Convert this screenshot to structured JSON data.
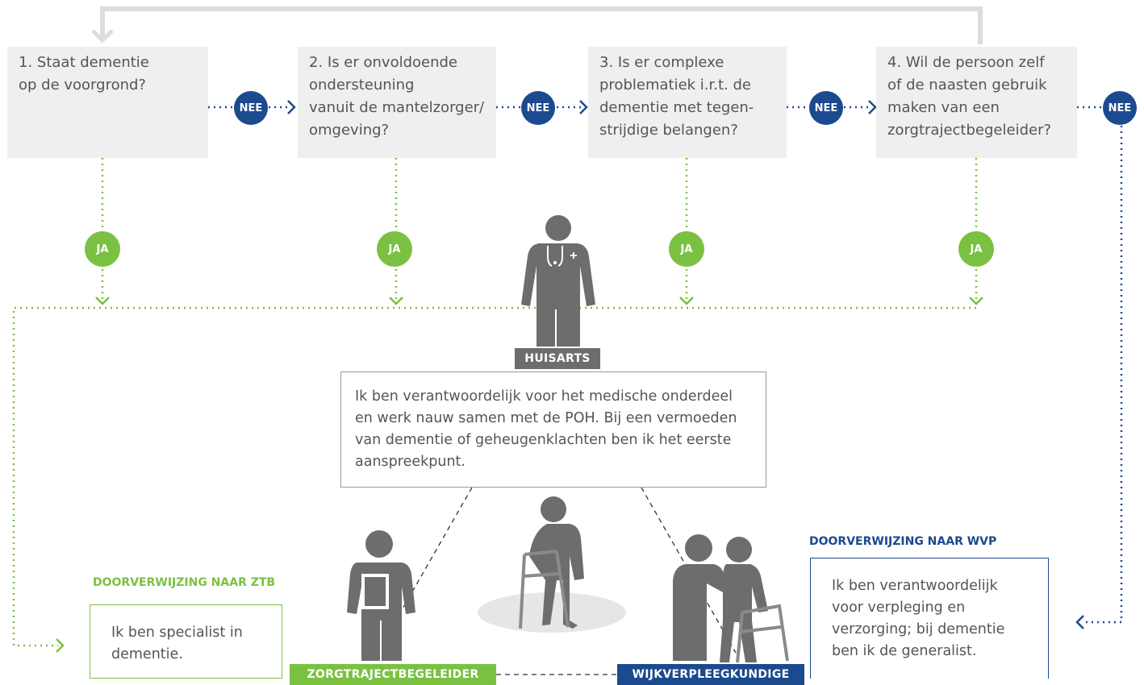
{
  "questions": [
    {
      "text": "1. Staat dementie\nop de voorgrond?"
    },
    {
      "text": "2. Is er onvoldoende\nondersteuning\nvanuit de mantelzorger/\nomgeving?"
    },
    {
      "text": "3. Is er complexe\nproblematiek i.r.t. de\ndementie met tegen-\nstrijdige belangen?"
    },
    {
      "text": "4. Wil de persoon zelf\nof de naasten gebruik\nmaken van een\nzorgtrajectbegeleider?"
    }
  ],
  "badges": {
    "nee": "NEE",
    "ja": "JA"
  },
  "roles": {
    "huisarts": {
      "label": "HUISARTS",
      "description": "Ik ben verantwoordelijk voor het medische onderdeel en werk nauw samen met de POH. Bij een vermoeden van dementie of geheugenklachten ben ik het eerste aanspreekpunt."
    },
    "ztb": {
      "label": "ZORGTRAJECTBEGELEIDER",
      "heading": "DOORVERWIJZING NAAR ZTB",
      "description": "Ik ben specialist in dementie."
    },
    "wvp": {
      "label": "WIJKVERPLEEGKUNDIGE",
      "heading": "DOORVERWIJZING NAAR WVP",
      "description": "Ik ben verantwoordelijk voor verpleging en verzorging; bij dementie ben ik de generalist."
    }
  },
  "colors": {
    "green": "#7ac142",
    "blue": "#1b4a8e",
    "grey": "#6d6d6d",
    "box": "#efefef",
    "loop": "#dddddd"
  }
}
